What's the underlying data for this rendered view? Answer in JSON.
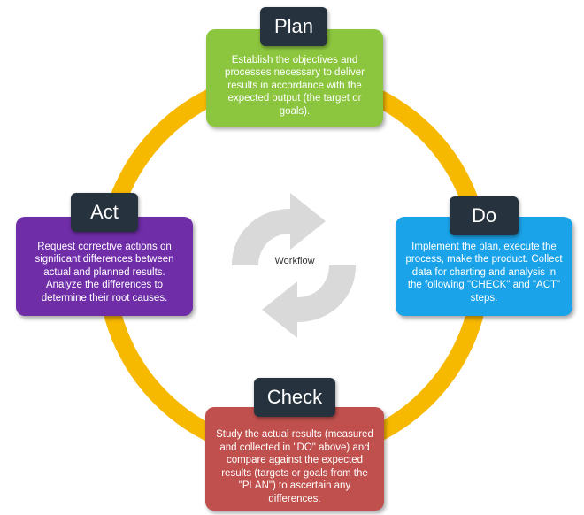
{
  "colors": {
    "ring": "#f7b800",
    "plan": "#8cc63f",
    "do": "#1aa3e8",
    "check": "#c0504d",
    "act": "#6f2da8",
    "label_bg": "#26323d",
    "arrows": "#d9d9d9"
  },
  "center": {
    "label": "Workflow",
    "icon": "cycle-arrows-icon"
  },
  "steps": {
    "plan": {
      "title": "Plan",
      "text": "Establish the objectives and processes necessary to deliver results in accordance with the expected output (the target or goals)."
    },
    "do": {
      "title": "Do",
      "text": "Implement the plan, execute the process, make the product. Collect data for charting and analysis in the following \"CHECK\" and \"ACT\" steps."
    },
    "check": {
      "title": "Check",
      "text": "Study the actual results (measured and collected in \"DO\" above) and compare against the expected results (targets or goals from the \"PLAN\") to ascertain any differences."
    },
    "act": {
      "title": "Act",
      "text": "Request corrective actions on significant differences between actual and planned results. Analyze the differences to determine their root causes."
    }
  }
}
